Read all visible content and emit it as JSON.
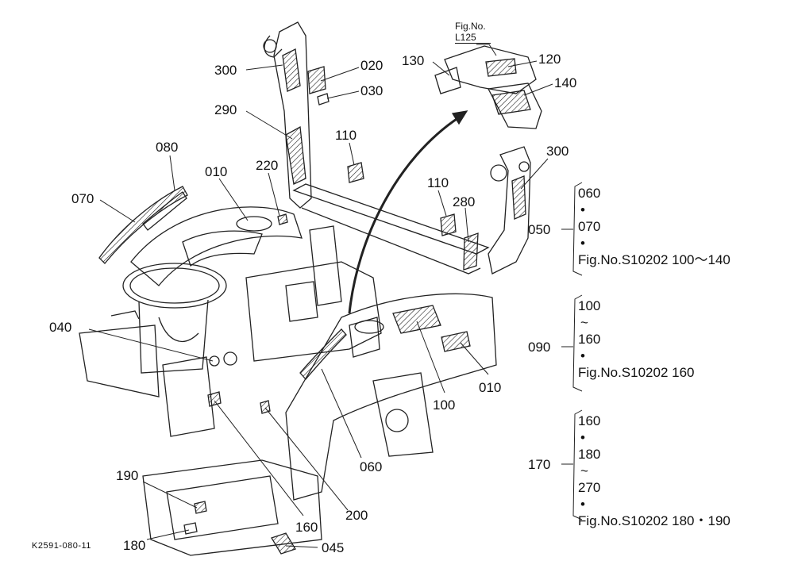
{
  "figure_ref": {
    "label": "Fig.No.",
    "id": "L125"
  },
  "drawing_code": "K2591-080-11",
  "callouts": {
    "c300a": "300",
    "c020": "020",
    "c030": "030",
    "c290": "290",
    "c130": "130",
    "c120": "120",
    "c140": "140",
    "c080": "080",
    "c070": "070",
    "c010a": "010",
    "c220": "220",
    "c110a": "110",
    "c110b": "110",
    "c280": "280",
    "c300b": "300",
    "c040": "040",
    "c100": "100",
    "c010b": "010",
    "c060": "060",
    "c200": "200",
    "c190": "190",
    "c160": "160",
    "c180": "180",
    "c045": "045"
  },
  "groups": [
    {
      "label": "050",
      "lines": [
        "060",
        "•",
        "070",
        "•",
        "Fig.No.S10202  100～140"
      ]
    },
    {
      "label": "090",
      "lines": [
        "100",
        "~",
        "160",
        "•",
        "Fig.No.S10202  160"
      ]
    },
    {
      "label": "170",
      "lines": [
        "160",
        "•",
        "180",
        "~",
        "270",
        "•",
        "Fig.No.S10202  180・190"
      ]
    }
  ]
}
